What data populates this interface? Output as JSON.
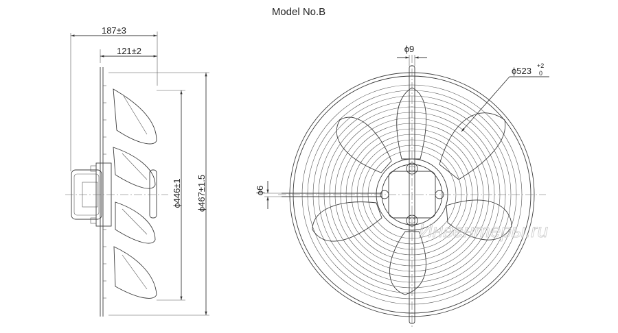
{
  "title": "Model No.B",
  "side_view": {
    "dim_overall_depth": "187±3",
    "dim_blade_depth": "121±2",
    "dim_blade_diameter": "ϕ446±1",
    "dim_guard_diameter": "ϕ467±1.5"
  },
  "front_view": {
    "dim_hole": "ϕ9",
    "dim_outer": "ϕ523",
    "dim_outer_tol_upper": "+2",
    "dim_outer_tol_lower": "0",
    "dim_rod": "ϕ6"
  },
  "watermark": "Инвентеры.ru"
}
